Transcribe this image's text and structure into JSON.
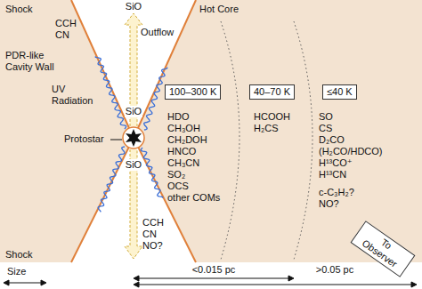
{
  "diagram": {
    "nodes": [
      {
        "text": [
          "100–300 K"
        ]
      },
      {
        "text": [
          "40–70 K"
        ]
      },
      {
        "text": [
          "≤40 K"
        ]
      },
      {
        "text": [
          "To Observer"
        ]
      }
    ],
    "labels": [
      "Shock",
      "CCH",
      "CN",
      "PDR-like Cavity Wall",
      "UV Radiation",
      "Protostar",
      "SiO",
      "Outflow",
      "Hot Core",
      "SiO",
      "SiO",
      "HDO",
      "CH₃OH",
      "CH₂DOH",
      "HNCO",
      "CH₃CN",
      "SO₂",
      "OCS",
      "other COMs",
      "HCOOH",
      "H₂CS",
      "SO",
      "CS",
      "D₂CO",
      "(H₂CO/HDCO)",
      "H¹³CO⁺",
      "H¹³CN",
      "c-C₃H₂?",
      "NO?",
      "CCH",
      "CN",
      "NO?",
      "Shock",
      "Size",
      "<0.015 pc",
      ">0.05 pc"
    ]
  }
}
